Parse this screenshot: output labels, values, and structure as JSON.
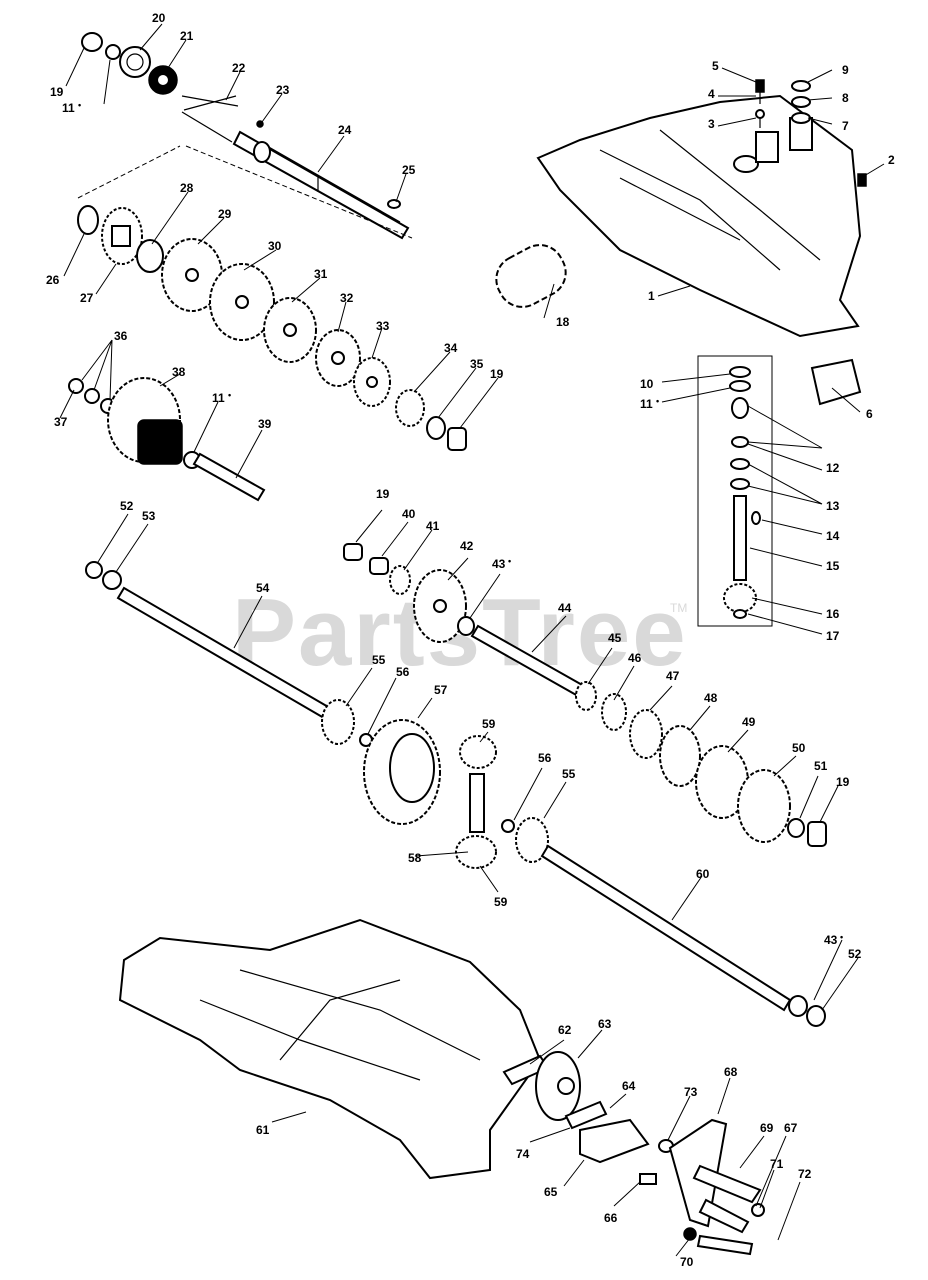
{
  "watermark": {
    "text": "PartsTree",
    "trademark": "TM"
  },
  "marker": "•",
  "callouts": [
    {
      "n": "19"
    },
    {
      "n": "11",
      "m": true
    },
    {
      "n": "20"
    },
    {
      "n": "21"
    },
    {
      "n": "22"
    },
    {
      "n": "23"
    },
    {
      "n": "24"
    },
    {
      "n": "25"
    },
    {
      "n": "26"
    },
    {
      "n": "27"
    },
    {
      "n": "28"
    },
    {
      "n": "29"
    },
    {
      "n": "30"
    },
    {
      "n": "31"
    },
    {
      "n": "32"
    },
    {
      "n": "33"
    },
    {
      "n": "34"
    },
    {
      "n": "35"
    },
    {
      "n": "19"
    },
    {
      "n": "36"
    },
    {
      "n": "37"
    },
    {
      "n": "38"
    },
    {
      "n": "11",
      "m": true
    },
    {
      "n": "39"
    },
    {
      "n": "18"
    },
    {
      "n": "5"
    },
    {
      "n": "4"
    },
    {
      "n": "3"
    },
    {
      "n": "9"
    },
    {
      "n": "8"
    },
    {
      "n": "7"
    },
    {
      "n": "2"
    },
    {
      "n": "1"
    },
    {
      "n": "10"
    },
    {
      "n": "11",
      "m": true
    },
    {
      "n": "6"
    },
    {
      "n": "12"
    },
    {
      "n": "13"
    },
    {
      "n": "14"
    },
    {
      "n": "15"
    },
    {
      "n": "16"
    },
    {
      "n": "17"
    },
    {
      "n": "52"
    },
    {
      "n": "53"
    },
    {
      "n": "54"
    },
    {
      "n": "19"
    },
    {
      "n": "40"
    },
    {
      "n": "41"
    },
    {
      "n": "42"
    },
    {
      "n": "43",
      "m": true
    },
    {
      "n": "44"
    },
    {
      "n": "45"
    },
    {
      "n": "46"
    },
    {
      "n": "47"
    },
    {
      "n": "48"
    },
    {
      "n": "49"
    },
    {
      "n": "50"
    },
    {
      "n": "51"
    },
    {
      "n": "19"
    },
    {
      "n": "55"
    },
    {
      "n": "56"
    },
    {
      "n": "57"
    },
    {
      "n": "59"
    },
    {
      "n": "56"
    },
    {
      "n": "55"
    },
    {
      "n": "58"
    },
    {
      "n": "59"
    },
    {
      "n": "60"
    },
    {
      "n": "43",
      "m": true
    },
    {
      "n": "52"
    },
    {
      "n": "61"
    },
    {
      "n": "62"
    },
    {
      "n": "63"
    },
    {
      "n": "64"
    },
    {
      "n": "68"
    },
    {
      "n": "73"
    },
    {
      "n": "74"
    },
    {
      "n": "69"
    },
    {
      "n": "67"
    },
    {
      "n": "65"
    },
    {
      "n": "71"
    },
    {
      "n": "72"
    },
    {
      "n": "66"
    },
    {
      "n": "70"
    }
  ]
}
